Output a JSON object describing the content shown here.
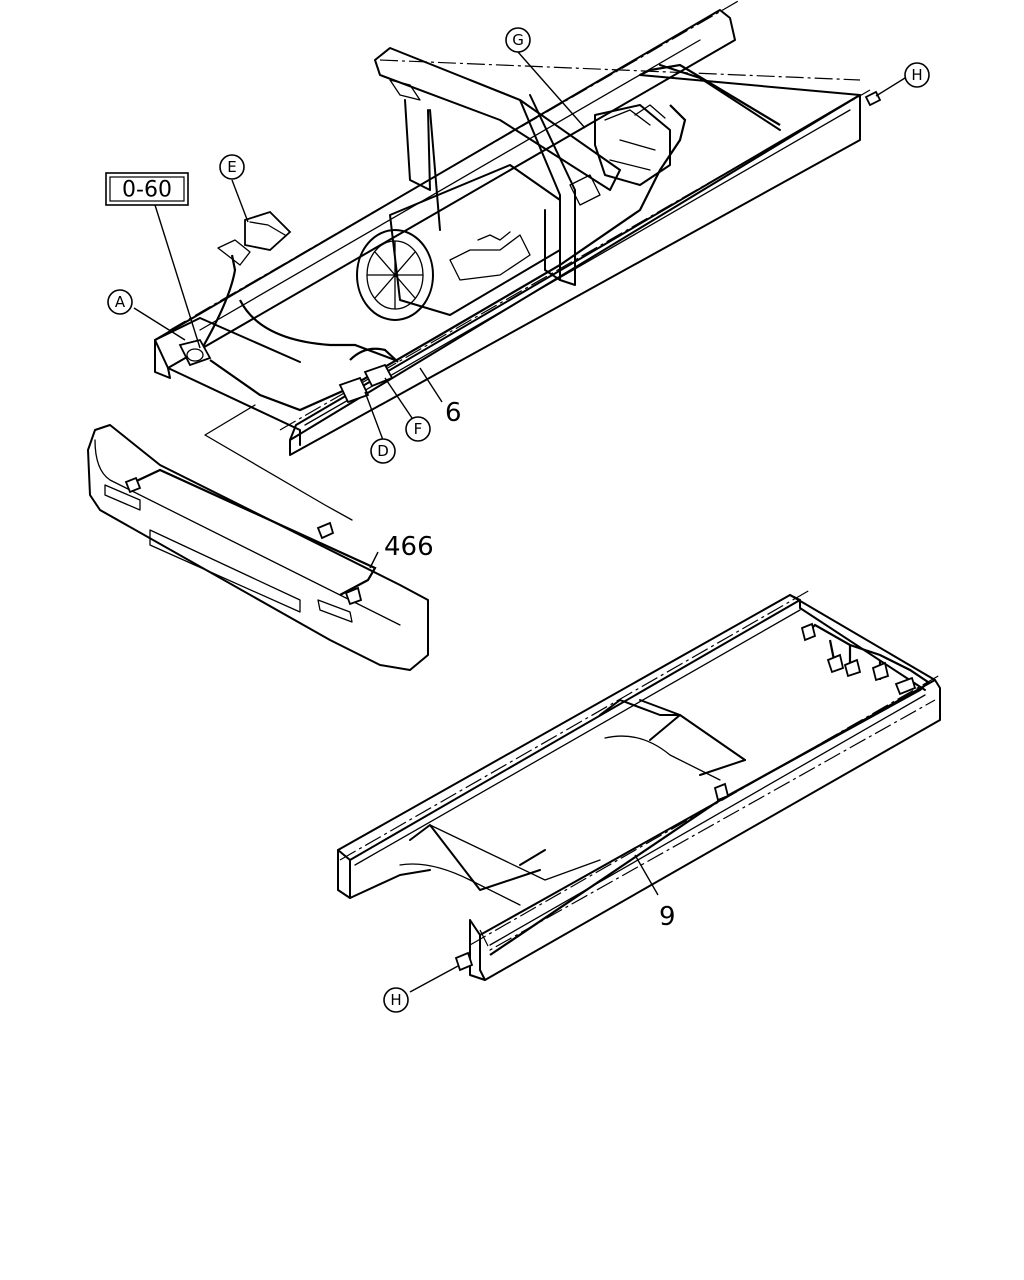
{
  "reference_box": {
    "label": "0-60"
  },
  "callouts": {
    "A": "A",
    "D": "D",
    "E": "E",
    "F": "F",
    "G": "G",
    "H_top": "H",
    "H_bottom": "H"
  },
  "part_numbers": {
    "harness_front": "6",
    "harness_bumper": "466",
    "harness_rear": "9"
  }
}
